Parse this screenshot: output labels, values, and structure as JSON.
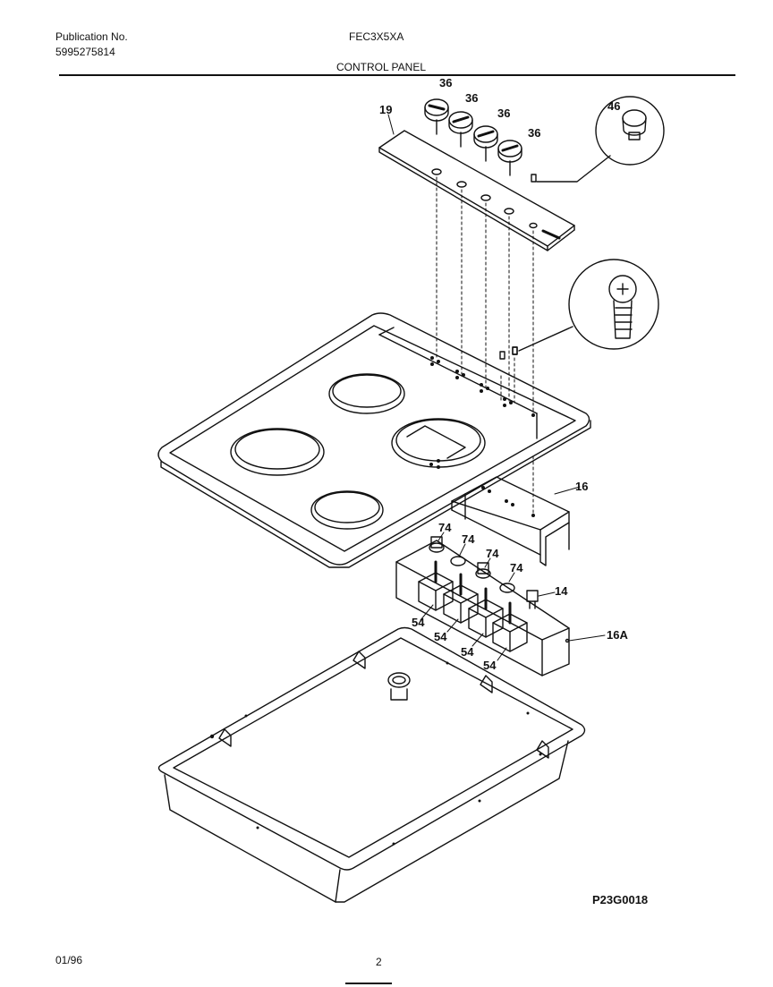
{
  "header": {
    "publication_label": "Publication No.",
    "publication_number": "5995275814",
    "model": "FEC3X5XA",
    "section_title": "CONTROL PANEL"
  },
  "footer": {
    "date": "01/96",
    "page_number": "2",
    "drawing_number": "P23G0018"
  },
  "callouts": {
    "knob_1": "36",
    "knob_2": "36",
    "knob_3": "36",
    "knob_4": "36",
    "control_panel": "19",
    "indicator_light": "46",
    "bracket": "16",
    "bracket_lower": "16A",
    "switch": "14",
    "spring_1": "74",
    "spring_2": "74",
    "spring_3": "74",
    "spring_4": "74",
    "infinite_switch_1": "54",
    "infinite_switch_2": "54",
    "infinite_switch_3": "54",
    "infinite_switch_4": "54"
  }
}
